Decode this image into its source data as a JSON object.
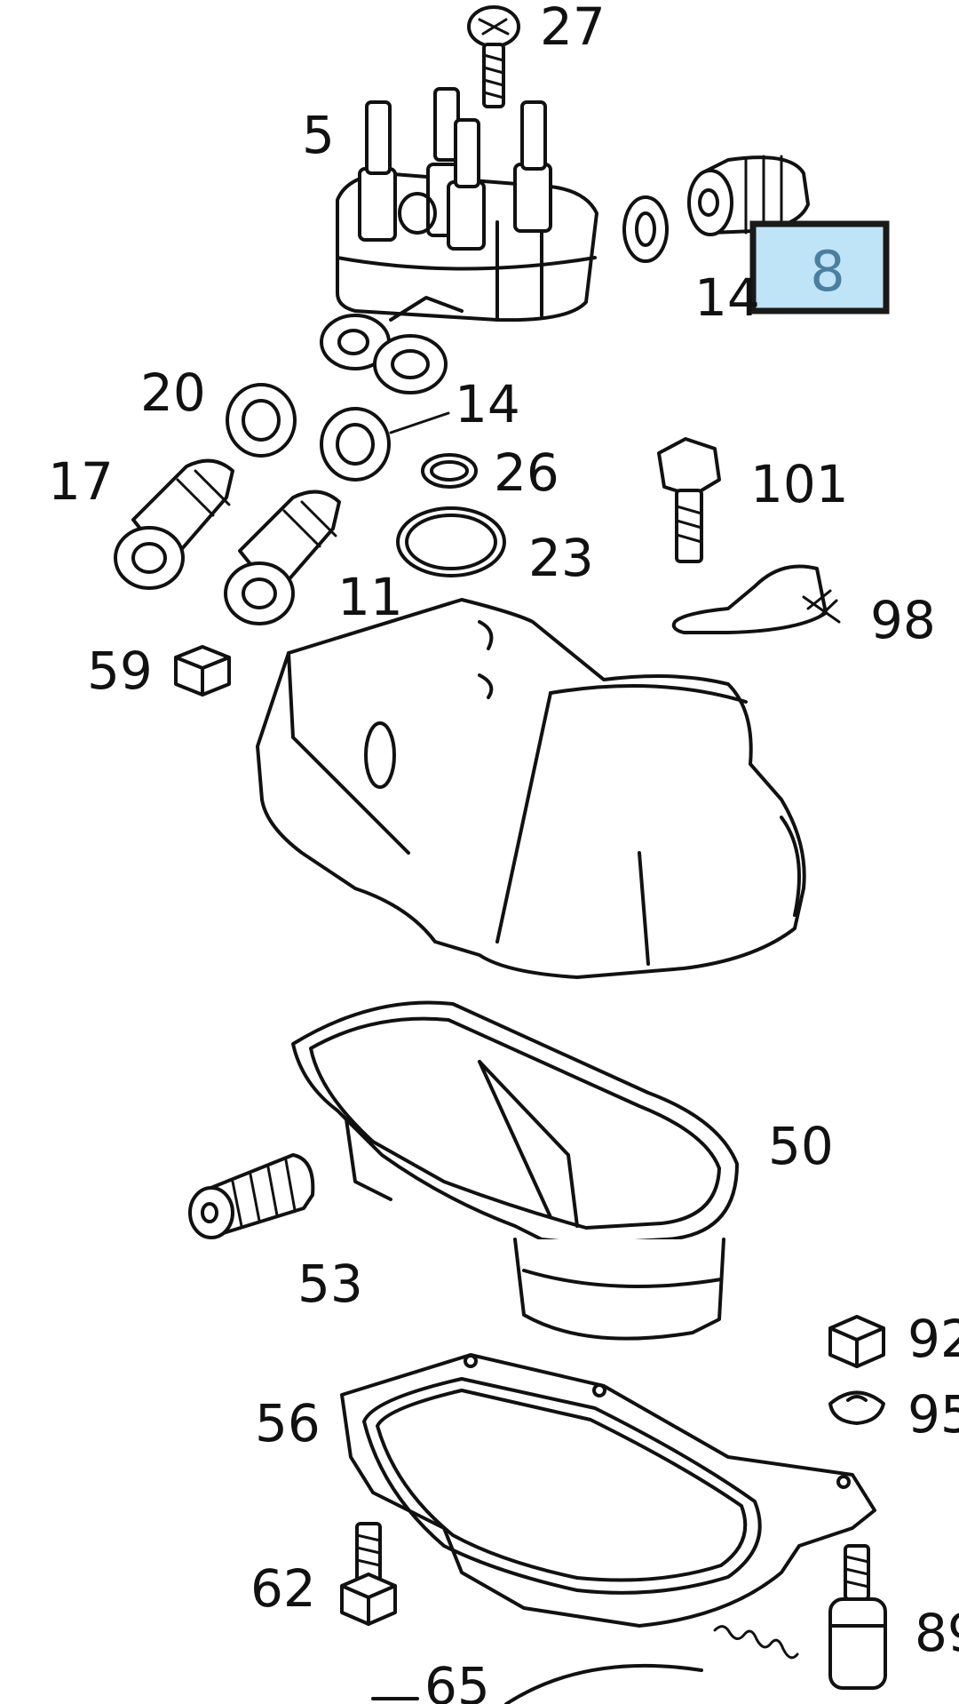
{
  "diagram": {
    "part_labels": {
      "p27": "27",
      "p5": "5",
      "p14a": "14",
      "p14b": "14",
      "p20": "20",
      "p26": "26",
      "p101": "101",
      "p17": "17",
      "p23": "23",
      "p11": "11",
      "p98": "98",
      "p59": "59",
      "p50": "50",
      "p53": "53",
      "p92": "92",
      "p95": "95",
      "p56": "56",
      "p62": "62",
      "p89": "89",
      "p65": "65"
    },
    "highlighted_part": "8",
    "highlight_color": "#bfe3f7"
  }
}
